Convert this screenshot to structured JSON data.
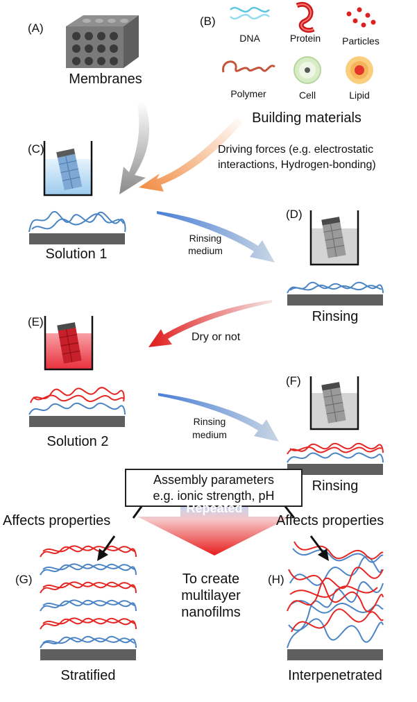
{
  "panels": {
    "a": "(A)",
    "b": "(B)",
    "c": "(C)",
    "d": "(D)",
    "e": "(E)",
    "f": "(F)",
    "g": "(G)",
    "h": "(H)"
  },
  "materials": {
    "dna": "DNA",
    "protein": "Protein",
    "particles": "Particles",
    "polymer": "Polymer",
    "cell": "Cell",
    "lipid": "Lipid"
  },
  "labels": {
    "membranes": "Membranes",
    "building_materials": "Building materials",
    "driving_forces_1": "Driving forces (e.g. electrostatic",
    "driving_forces_2": "interactions, Hydrogen-bonding)",
    "solution1": "Solution 1",
    "rinsing_medium_1a": "Rinsing",
    "rinsing_medium_1b": "medium",
    "rinsing_d": "Rinsing",
    "dry_or_not": "Dry or not",
    "solution2": "Solution 2",
    "rinsing_medium_2a": "Rinsing",
    "rinsing_medium_2b": "medium",
    "rinsing_f": "Rinsing",
    "assembly_1": "Assembly parameters",
    "assembly_2": "e.g. ionic strength, pH",
    "repeated": "Repeated",
    "affects_left": "Affects properties",
    "affects_right": "Affects properties",
    "create_1": "To create",
    "create_2": "multilayer",
    "create_3": "nanofilms",
    "stratified": "Stratified",
    "interpenetrated": "Interpenetrated"
  },
  "colors": {
    "blue_fiber": "#4a84c4",
    "red_fiber": "#e52521",
    "substrate": "#5f5f5f",
    "beaker_blue": "#bcdcf2",
    "beaker_red": "#ee4a55",
    "beaker_gray": "#d4d4d4",
    "arrow_gray": "#9a9a9a",
    "arrow_orange": "#f0a060",
    "arrow_blue": "#5a8fd6",
    "arrow_red": "#e23a3a"
  }
}
